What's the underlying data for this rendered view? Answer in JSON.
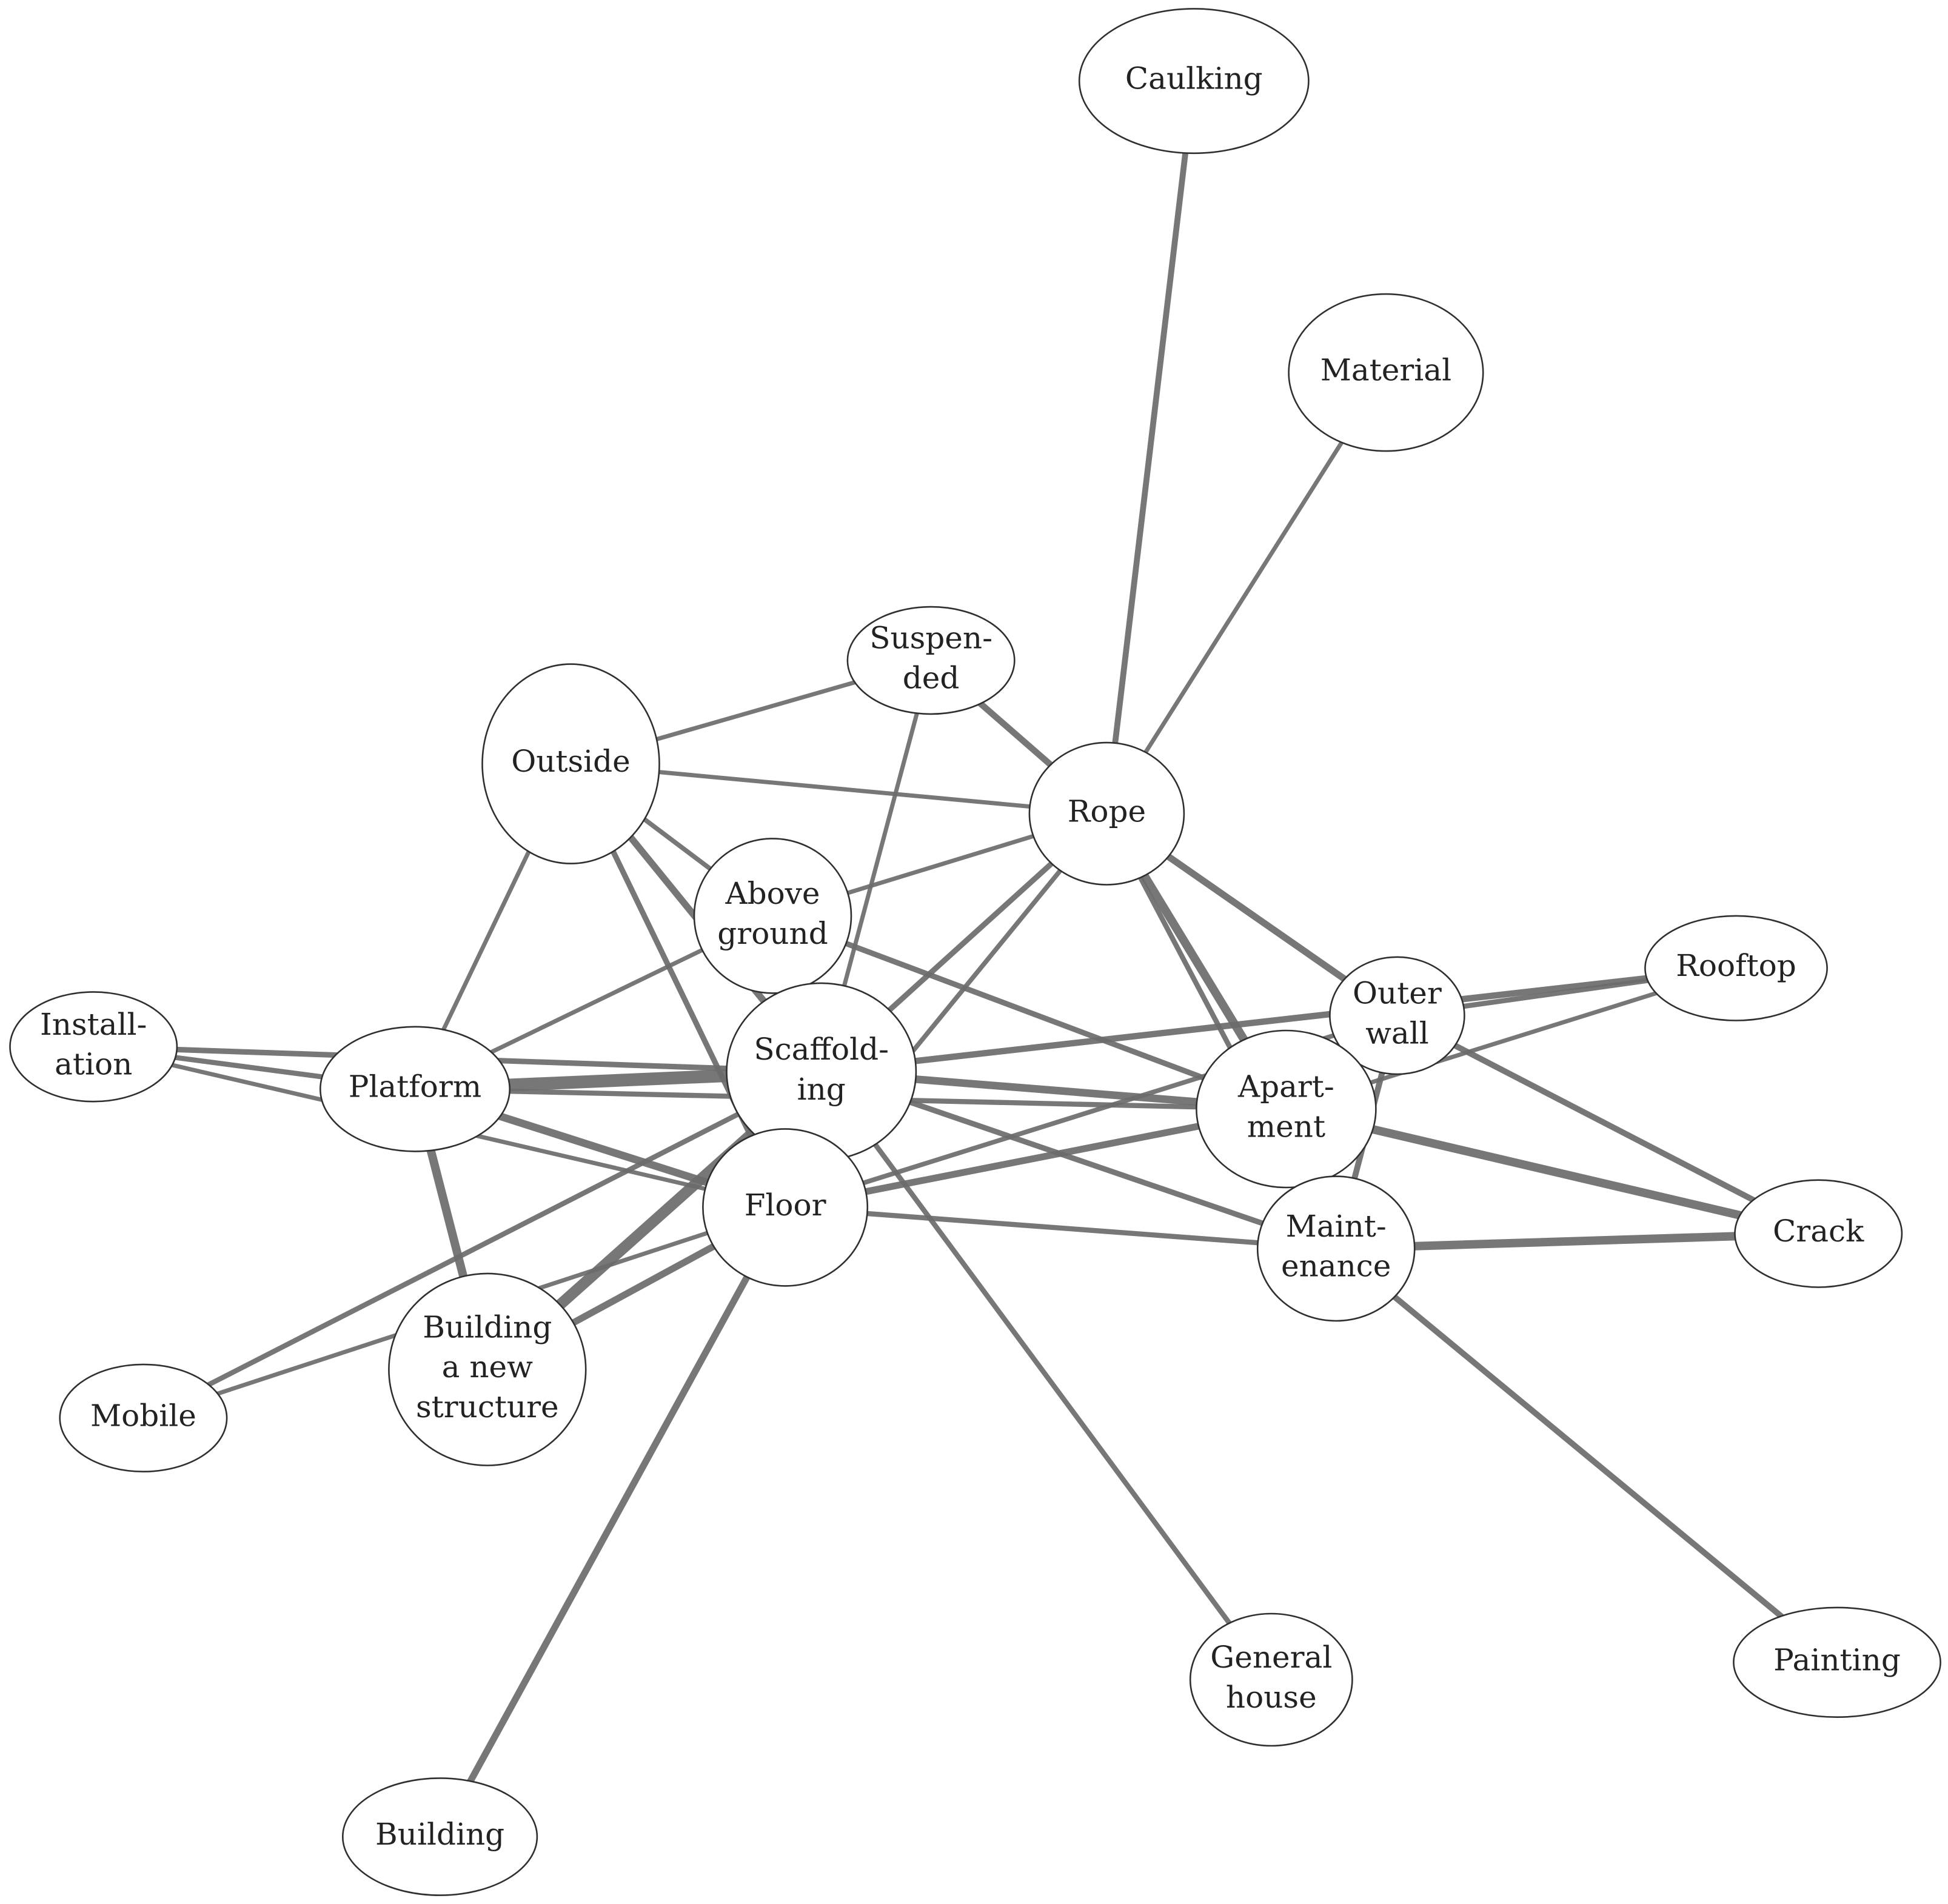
{
  "diagram": {
    "type": "network",
    "nodes": [
      {
        "id": "caulking",
        "lines": [
          "Caulking"
        ]
      },
      {
        "id": "material",
        "lines": [
          "Material"
        ]
      },
      {
        "id": "suspended",
        "lines": [
          "Suspen-",
          "ded"
        ]
      },
      {
        "id": "outside",
        "lines": [
          "Outside"
        ]
      },
      {
        "id": "rope",
        "lines": [
          "Rope"
        ]
      },
      {
        "id": "above-ground",
        "lines": [
          "Above",
          "ground"
        ]
      },
      {
        "id": "rooftop",
        "lines": [
          "Rooftop"
        ]
      },
      {
        "id": "outer-wall",
        "lines": [
          "Outer",
          "wall"
        ]
      },
      {
        "id": "installation",
        "lines": [
          "Install-",
          "ation"
        ]
      },
      {
        "id": "platform",
        "lines": [
          "Platform"
        ]
      },
      {
        "id": "scaffolding",
        "lines": [
          "Scaffold-",
          "ing"
        ]
      },
      {
        "id": "apartment",
        "lines": [
          "Apart-",
          "ment"
        ]
      },
      {
        "id": "floor",
        "lines": [
          "Floor"
        ]
      },
      {
        "id": "crack",
        "lines": [
          "Crack"
        ]
      },
      {
        "id": "maintenance",
        "lines": [
          "Maint-",
          "enance"
        ]
      },
      {
        "id": "building-new-structure",
        "lines": [
          "Building",
          "a new",
          "structure"
        ]
      },
      {
        "id": "mobile",
        "lines": [
          "Mobile"
        ]
      },
      {
        "id": "general-house",
        "lines": [
          "General",
          "house"
        ]
      },
      {
        "id": "painting",
        "lines": [
          "Painting"
        ]
      },
      {
        "id": "building",
        "lines": [
          "Building"
        ]
      }
    ],
    "edges": [
      {
        "source": "caulking",
        "target": "rope",
        "weight": 1.4
      },
      {
        "source": "material",
        "target": "rope",
        "weight": 1.0
      },
      {
        "source": "suspended",
        "target": "outside",
        "weight": 1.0
      },
      {
        "source": "suspended",
        "target": "rope",
        "weight": 1.5
      },
      {
        "source": "suspended",
        "target": "scaffolding",
        "weight": 1.0
      },
      {
        "source": "outside",
        "target": "rope",
        "weight": 1.0
      },
      {
        "source": "outside",
        "target": "above-ground",
        "weight": 1.1
      },
      {
        "source": "outside",
        "target": "scaffolding",
        "weight": 1.6
      },
      {
        "source": "outside",
        "target": "floor",
        "weight": 1.3
      },
      {
        "source": "outside",
        "target": "platform",
        "weight": 1.0
      },
      {
        "source": "rope",
        "target": "above-ground",
        "weight": 1.0
      },
      {
        "source": "rope",
        "target": "scaffolding",
        "weight": 1.3
      },
      {
        "source": "rope",
        "target": "floor",
        "weight": 1.1
      },
      {
        "source": "rope",
        "target": "apartment",
        "weight": 2.0
      },
      {
        "source": "rope",
        "target": "outer-wall",
        "weight": 1.6
      },
      {
        "source": "rope",
        "target": "maintenance",
        "weight": 1.2
      },
      {
        "source": "above-ground",
        "target": "platform",
        "weight": 1.0
      },
      {
        "source": "above-ground",
        "target": "scaffolding",
        "weight": 1.0
      },
      {
        "source": "above-ground",
        "target": "apartment",
        "weight": 1.3
      },
      {
        "source": "rooftop",
        "target": "outer-wall",
        "weight": 1.2
      },
      {
        "source": "rooftop",
        "target": "scaffolding",
        "weight": 1.5
      },
      {
        "source": "rooftop",
        "target": "apartment",
        "weight": 1.0
      },
      {
        "source": "outer-wall",
        "target": "floor",
        "weight": 1.1
      },
      {
        "source": "outer-wall",
        "target": "crack",
        "weight": 1.4
      },
      {
        "source": "outer-wall",
        "target": "maintenance",
        "weight": 1.4
      },
      {
        "source": "installation",
        "target": "platform",
        "weight": 1.2
      },
      {
        "source": "installation",
        "target": "scaffolding",
        "weight": 1.3
      },
      {
        "source": "installation",
        "target": "floor",
        "weight": 1.0
      },
      {
        "source": "platform",
        "target": "scaffolding",
        "weight": 3.0
      },
      {
        "source": "platform",
        "target": "floor",
        "weight": 1.8
      },
      {
        "source": "platform",
        "target": "building-new-structure",
        "weight": 2.0
      },
      {
        "source": "platform",
        "target": "apartment",
        "weight": 1.2
      },
      {
        "source": "scaffolding",
        "target": "apartment",
        "weight": 1.8
      },
      {
        "source": "scaffolding",
        "target": "floor",
        "weight": 2.2
      },
      {
        "source": "scaffolding",
        "target": "building-new-structure",
        "weight": 2.6
      },
      {
        "source": "scaffolding",
        "target": "mobile",
        "weight": 1.2
      },
      {
        "source": "scaffolding",
        "target": "maintenance",
        "weight": 1.3
      },
      {
        "source": "scaffolding",
        "target": "general-house",
        "weight": 1.2
      },
      {
        "source": "apartment",
        "target": "floor",
        "weight": 1.6
      },
      {
        "source": "apartment",
        "target": "crack",
        "weight": 2.0
      },
      {
        "source": "apartment",
        "target": "maintenance",
        "weight": 2.0
      },
      {
        "source": "floor",
        "target": "maintenance",
        "weight": 1.2
      },
      {
        "source": "floor",
        "target": "building-new-structure",
        "weight": 1.6
      },
      {
        "source": "floor",
        "target": "mobile",
        "weight": 1.0
      },
      {
        "source": "floor",
        "target": "building",
        "weight": 1.6
      },
      {
        "source": "maintenance",
        "target": "crack",
        "weight": 2.0
      },
      {
        "source": "maintenance",
        "target": "painting",
        "weight": 1.4
      }
    ]
  }
}
